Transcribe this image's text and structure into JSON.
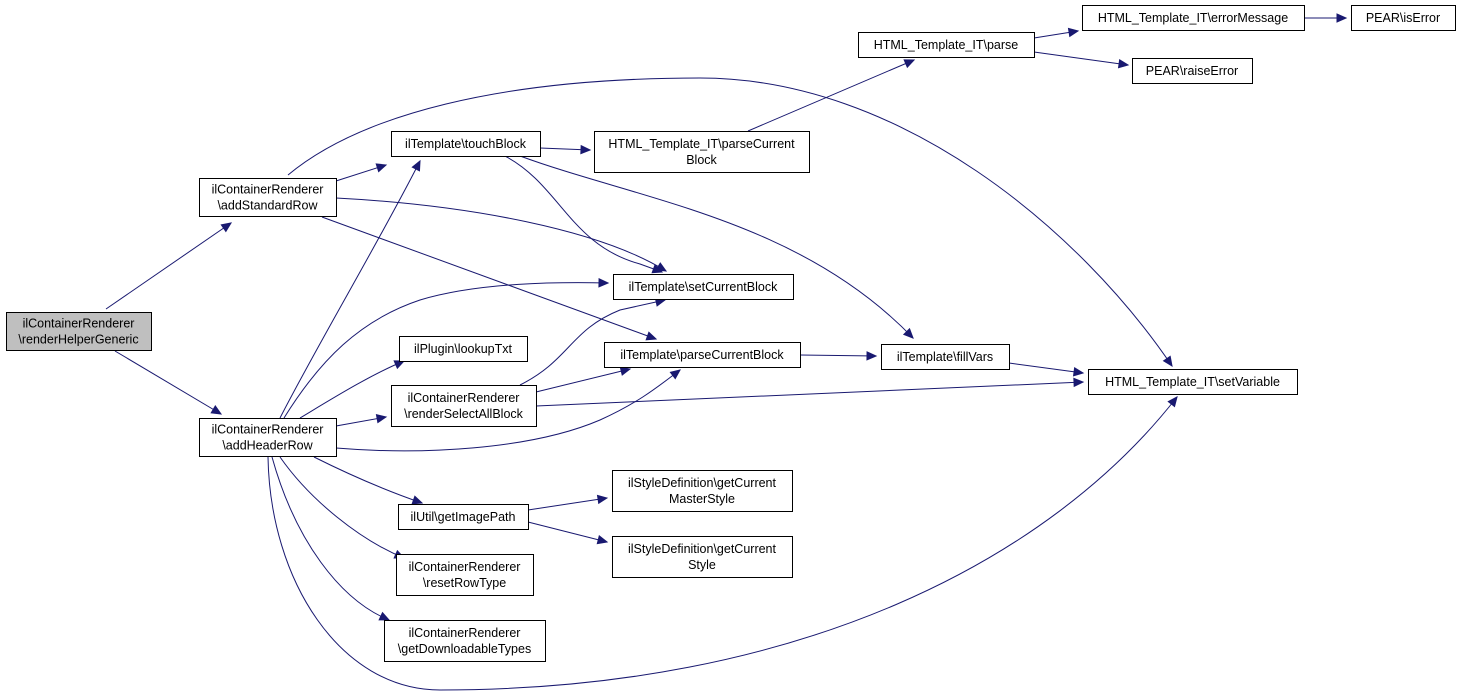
{
  "colors": {
    "edge": "#191970",
    "root_fill": "#bfbfbf",
    "node_fill": "#ffffff",
    "node_stroke": "#000000"
  },
  "nodes": [
    {
      "id": "renderHelperGeneric",
      "lines": [
        "ilContainerRenderer",
        "\\renderHelperGeneric"
      ],
      "root": true
    },
    {
      "id": "addStandardRow",
      "lines": [
        "ilContainerRenderer",
        "\\addStandardRow"
      ]
    },
    {
      "id": "addHeaderRow",
      "lines": [
        "ilContainerRenderer",
        "\\addHeaderRow"
      ]
    },
    {
      "id": "touchBlock",
      "lines": [
        "ilTemplate\\touchBlock"
      ]
    },
    {
      "id": "parseCurrentBlockIT",
      "lines": [
        "HTML_Template_IT\\parseCurrent",
        "Block"
      ]
    },
    {
      "id": "parseIT",
      "lines": [
        "HTML_Template_IT\\parse"
      ]
    },
    {
      "id": "errorMessage",
      "lines": [
        "HTML_Template_IT\\errorMessage"
      ]
    },
    {
      "id": "isError",
      "lines": [
        "PEAR\\isError"
      ]
    },
    {
      "id": "raiseError",
      "lines": [
        "PEAR\\raiseError"
      ]
    },
    {
      "id": "setCurrentBlock",
      "lines": [
        "ilTemplate\\setCurrentBlock"
      ]
    },
    {
      "id": "lookupTxt",
      "lines": [
        "ilPlugin\\lookupTxt"
      ]
    },
    {
      "id": "parseCurrentBlock",
      "lines": [
        "ilTemplate\\parseCurrentBlock"
      ]
    },
    {
      "id": "fillVars",
      "lines": [
        "ilTemplate\\fillVars"
      ]
    },
    {
      "id": "setVariable",
      "lines": [
        "HTML_Template_IT\\setVariable"
      ]
    },
    {
      "id": "renderSelectAllBlock",
      "lines": [
        "ilContainerRenderer",
        "\\renderSelectAllBlock"
      ]
    },
    {
      "id": "getImagePath",
      "lines": [
        "ilUtil\\getImagePath"
      ]
    },
    {
      "id": "getCurrentMasterStyle",
      "lines": [
        "ilStyleDefinition\\getCurrent",
        "MasterStyle"
      ]
    },
    {
      "id": "getCurrentStyle",
      "lines": [
        "ilStyleDefinition\\getCurrent",
        "Style"
      ]
    },
    {
      "id": "resetRowType",
      "lines": [
        "ilContainerRenderer",
        "\\resetRowType"
      ]
    },
    {
      "id": "getDownloadableTypes",
      "lines": [
        "ilContainerRenderer",
        "\\getDownloadableTypes"
      ]
    }
  ],
  "edges": [
    {
      "from": "renderHelperGeneric",
      "to": "addStandardRow"
    },
    {
      "from": "renderHelperGeneric",
      "to": "addHeaderRow"
    },
    {
      "from": "addStandardRow",
      "to": "touchBlock"
    },
    {
      "from": "addStandardRow",
      "to": "setVariable"
    },
    {
      "from": "addStandardRow",
      "to": "setCurrentBlock"
    },
    {
      "from": "addStandardRow",
      "to": "parseCurrentBlock"
    },
    {
      "from": "addHeaderRow",
      "to": "touchBlock"
    },
    {
      "from": "addHeaderRow",
      "to": "setCurrentBlock"
    },
    {
      "from": "addHeaderRow",
      "to": "lookupTxt"
    },
    {
      "from": "addHeaderRow",
      "to": "renderSelectAllBlock"
    },
    {
      "from": "addHeaderRow",
      "to": "parseCurrentBlock"
    },
    {
      "from": "addHeaderRow",
      "to": "getImagePath"
    },
    {
      "from": "addHeaderRow",
      "to": "resetRowType"
    },
    {
      "from": "addHeaderRow",
      "to": "getDownloadableTypes"
    },
    {
      "from": "addHeaderRow",
      "to": "setVariable"
    },
    {
      "from": "touchBlock",
      "to": "parseCurrentBlockIT"
    },
    {
      "from": "touchBlock",
      "to": "setCurrentBlock"
    },
    {
      "from": "touchBlock",
      "to": "fillVars"
    },
    {
      "from": "parseCurrentBlockIT",
      "to": "parseIT"
    },
    {
      "from": "parseIT",
      "to": "errorMessage"
    },
    {
      "from": "parseIT",
      "to": "raiseError"
    },
    {
      "from": "errorMessage",
      "to": "isError"
    },
    {
      "from": "renderSelectAllBlock",
      "to": "setCurrentBlock"
    },
    {
      "from": "renderSelectAllBlock",
      "to": "parseCurrentBlock"
    },
    {
      "from": "renderSelectAllBlock",
      "to": "setVariable"
    },
    {
      "from": "parseCurrentBlock",
      "to": "fillVars"
    },
    {
      "from": "fillVars",
      "to": "setVariable"
    },
    {
      "from": "getImagePath",
      "to": "getCurrentMasterStyle"
    },
    {
      "from": "getImagePath",
      "to": "getCurrentStyle"
    }
  ]
}
